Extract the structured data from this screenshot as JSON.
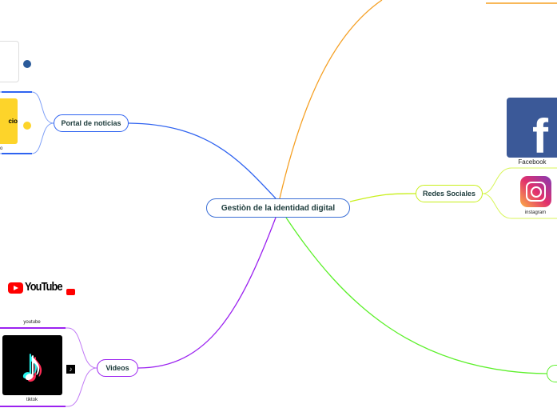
{
  "central": {
    "label": "Gestiòn de la identidad digital",
    "color": "#3b6fd6"
  },
  "branches": [
    {
      "label": "Portal de noticias",
      "color": "#2f63f0"
    },
    {
      "label": "Redes Sociales",
      "color": "#c8ef1a"
    },
    {
      "label": "Videos",
      "color": "#9b22f0"
    },
    {
      "label": "",
      "color": "#5cf02a"
    },
    {
      "label": "",
      "color": "#f5a024"
    }
  ],
  "portal": {
    "item_partial_text": "cio",
    "caption_partial": "o"
  },
  "redes": {
    "facebook_caption": "Facebook",
    "instagram_caption": "instagram"
  },
  "videos": {
    "youtube_caption": "youtube",
    "tiktok_caption": "tiktok",
    "youtube_logo_text": "YouTube"
  }
}
